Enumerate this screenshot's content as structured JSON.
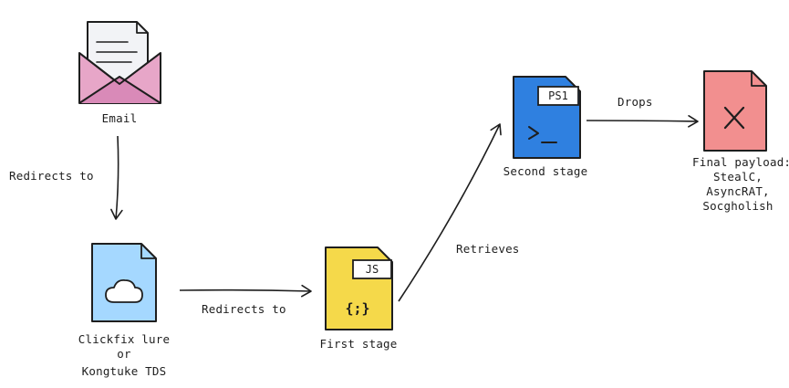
{
  "nodes": {
    "email": {
      "label": "Email"
    },
    "lure": {
      "label_lines": [
        "Clickfix lure",
        "or",
        "Kongtuke TDS"
      ]
    },
    "first_stage": {
      "label": "First stage",
      "badge": "JS",
      "glyph": "{;}"
    },
    "second_stage": {
      "label": "Second stage",
      "badge": "PS1",
      "glyph": ">_"
    },
    "final": {
      "label_lines": [
        "Final payload:",
        "StealC,",
        "AsyncRAT,",
        "Socgholish"
      ]
    }
  },
  "edges": {
    "email_to_lure": "Redirects to",
    "lure_to_first": "Redirects to",
    "first_to_second": "Retrieves",
    "second_to_final": "Drops"
  },
  "colors": {
    "email_envelope": "#e7a6c8",
    "email_flap": "#d98ab8",
    "email_paper": "#f2f3f6",
    "lure_file": "#a5d8ff",
    "first_stage_file": "#f5d94a",
    "second_stage_file": "#2f80e0",
    "final_file": "#f28f8f",
    "stroke": "#1e1e1e"
  }
}
